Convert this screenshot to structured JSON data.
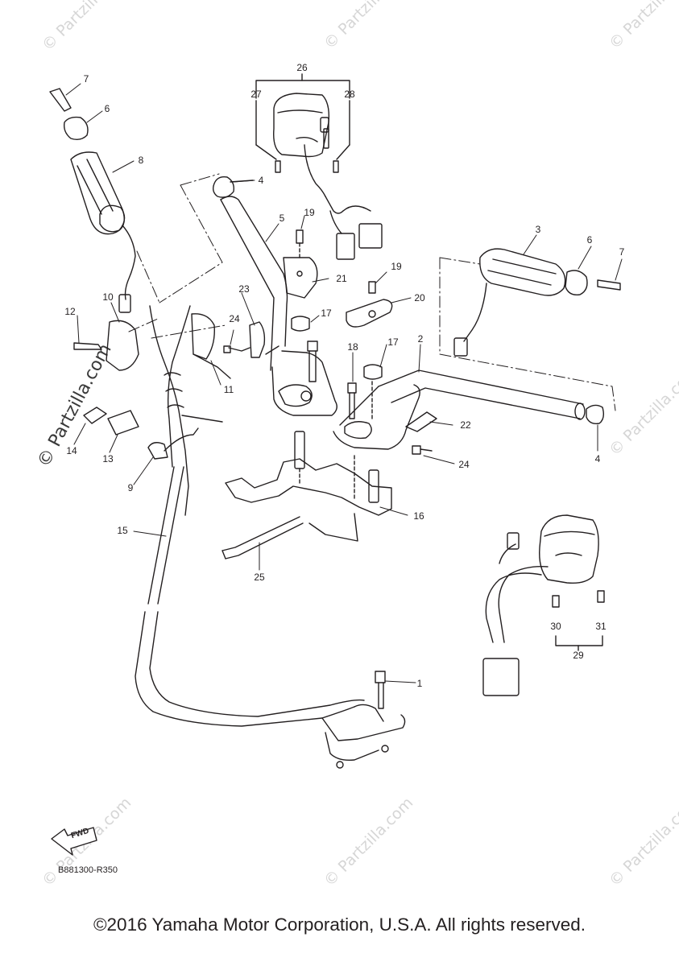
{
  "watermark": {
    "text": "© Partzilla.com",
    "side_text": "© Partzilla.com"
  },
  "callouts": {
    "c1": "1",
    "c2": "2",
    "c3": "3",
    "c4a": "4",
    "c4b": "4",
    "c5": "5",
    "c6a": "6",
    "c6b": "6",
    "c7a": "7",
    "c7b": "7",
    "c8": "8",
    "c9": "9",
    "c10": "10",
    "c11": "11",
    "c12": "12",
    "c13": "13",
    "c14": "14",
    "c15": "15",
    "c16": "16",
    "c17a": "17",
    "c17b": "17",
    "c18": "18",
    "c19a": "19",
    "c19b": "19",
    "c20": "20",
    "c21": "21",
    "c22": "22",
    "c23": "23",
    "c24a": "24",
    "c24b": "24",
    "c25": "25",
    "c26": "26",
    "c27": "27",
    "c28": "28",
    "c29": "29",
    "c30": "30",
    "c31": "31"
  },
  "fwd_label": "FWD",
  "diagram_code": "B881300-R350",
  "copyright": "©2016 Yamaha Motor Corporation, U.S.A. All rights reserved."
}
